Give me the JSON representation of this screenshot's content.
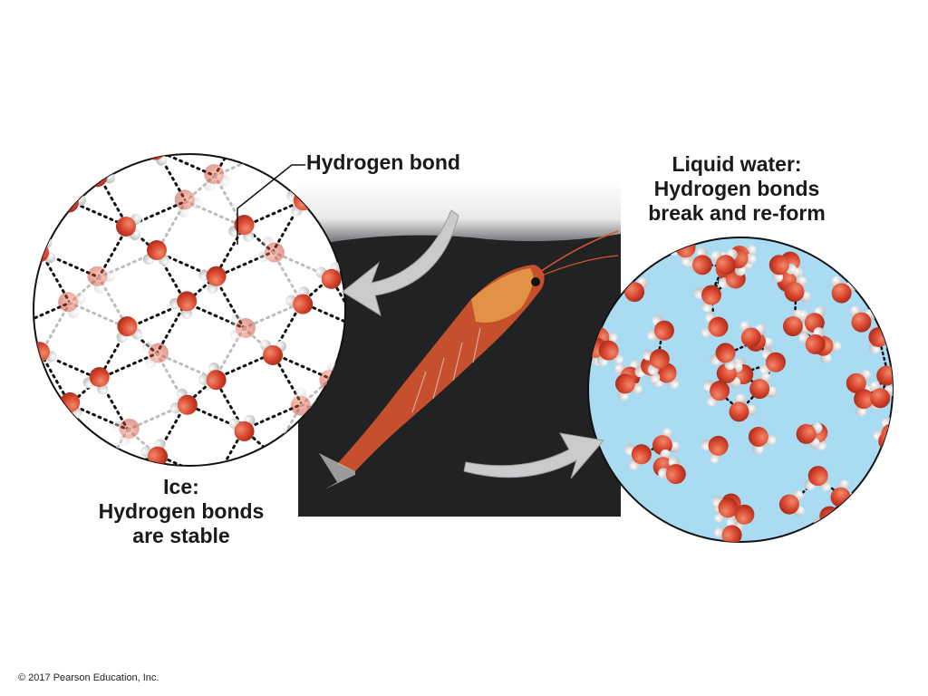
{
  "labels": {
    "hydrogen_bond": "Hydrogen bond",
    "liquid_line1": "Liquid water:",
    "liquid_line2": "Hydrogen bonds",
    "liquid_line3": "break and re-form",
    "ice_line1": "Ice:",
    "ice_line2": "Hydrogen bonds",
    "ice_line3": "are stable"
  },
  "copyright": "© 2017 Pearson Education, Inc.",
  "colors": {
    "oxygen": "#d9462e",
    "hydrogen": "#f4f4f4",
    "liquid_bg": "#a9dcf2",
    "photo_bg": "#202224",
    "krill": "#d8552f",
    "arrow": "#c9cbcc",
    "bond": "#111111"
  },
  "icons": {
    "ice_lattice": "ice-lattice-circle",
    "liquid_water": "liquid-water-circle",
    "krill_photo": "krill-photo",
    "arrow_to_ice": "curved-arrow-left",
    "arrow_to_liquid": "curved-arrow-right"
  }
}
